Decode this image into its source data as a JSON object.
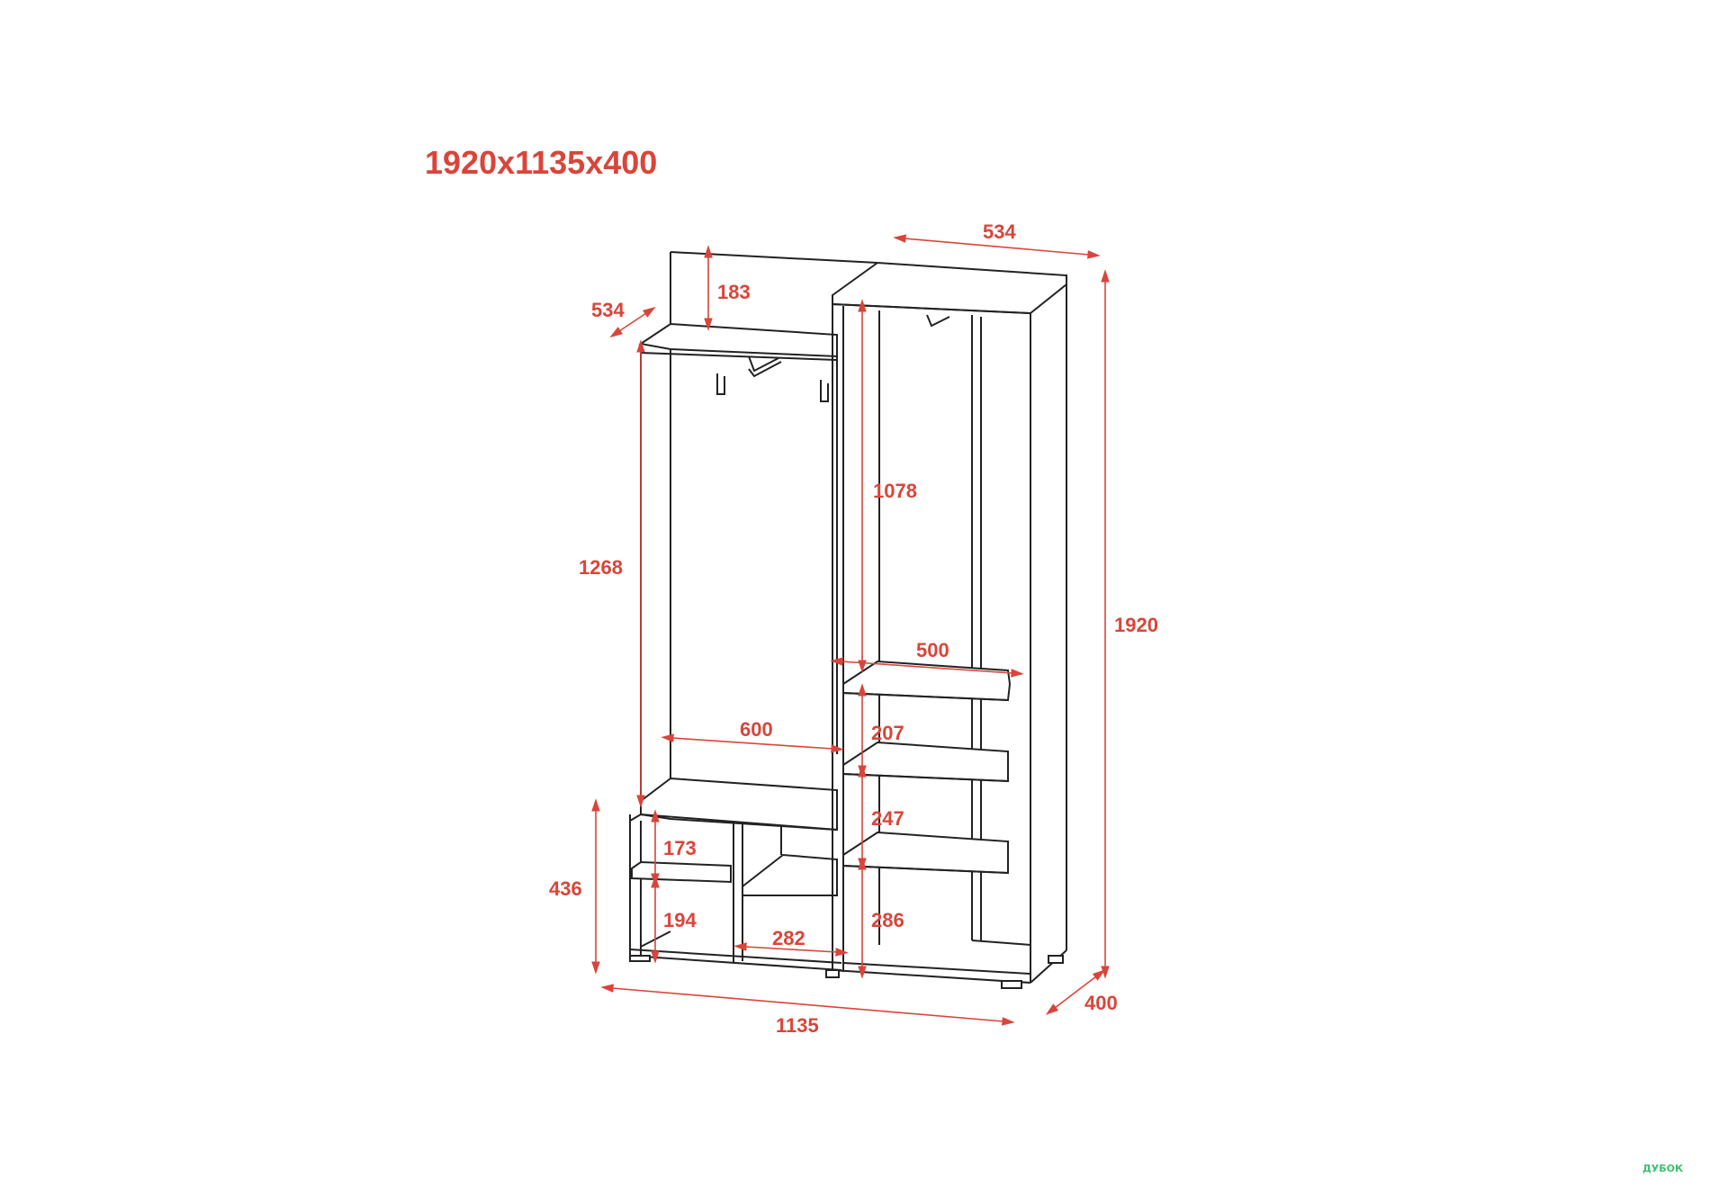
{
  "title": "1920x1135x400",
  "watermark": "ДУБОК",
  "colors": {
    "dimension": "#d9453a",
    "line": "#222222",
    "background": "#ffffff",
    "watermark": "#3fbf73"
  },
  "dimensions": {
    "top_depth_right": "534",
    "top_depth_left": "534",
    "top_panel_height": "183",
    "hanger_section_height": "1268",
    "right_rail_height": "1078",
    "total_height": "1920",
    "shelf_width_right": "500",
    "bench_width": "600",
    "shelf_gap_207": "207",
    "shelf_gap_247": "247",
    "shelf_gap_286": "286",
    "shoe_upper_173": "173",
    "shoe_lower_194": "194",
    "shoe_width_282": "282",
    "bench_height": "436",
    "depth": "400",
    "total_width": "1135"
  }
}
